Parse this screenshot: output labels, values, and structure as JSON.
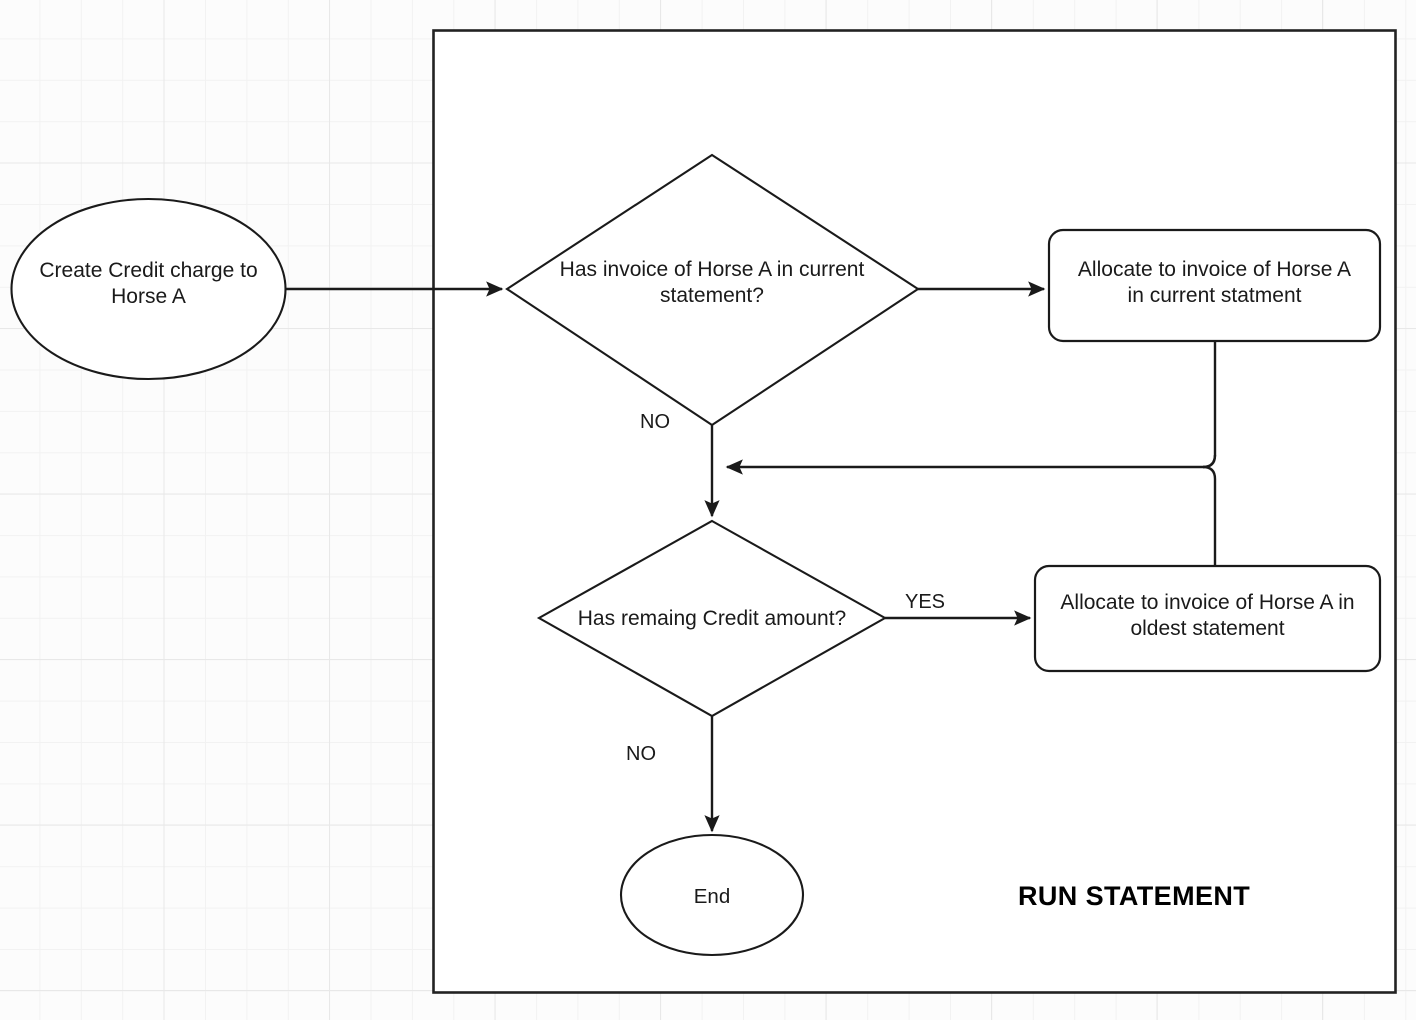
{
  "diagram": {
    "title": "RUN STATEMENT",
    "background": {
      "page_color": "#fcfcfc",
      "grid_minor_color": "#f2f2f2",
      "grid_major_color": "#e8e8e8"
    },
    "container": {
      "name": "run-statement-container",
      "stroke": "#222222",
      "fill": "#ffffff"
    },
    "stroke_color": "#1a1a1a",
    "nodes": [
      {
        "id": "start",
        "type": "ellipse",
        "label": "Create Credit charge to\nHorse A"
      },
      {
        "id": "decision-1",
        "type": "diamond",
        "label": "Has invoice of Horse A in current\nstatement?"
      },
      {
        "id": "process-1",
        "type": "rounded-rect",
        "label": "Allocate to invoice of Horse A\nin current statment"
      },
      {
        "id": "decision-2",
        "type": "diamond",
        "label": "Has remaing Credit amount?"
      },
      {
        "id": "process-2",
        "type": "rounded-rect",
        "label": "Allocate to invoice of Horse A in\noldest statement"
      },
      {
        "id": "end",
        "type": "ellipse",
        "label": "End"
      }
    ],
    "edges": [
      {
        "id": "start-to-decision-1",
        "from": "start",
        "to": "decision-1",
        "label": ""
      },
      {
        "id": "decision-1-yes-to-process-1",
        "from": "decision-1",
        "to": "process-1",
        "label": ""
      },
      {
        "id": "decision-1-no-to-decision-2",
        "from": "decision-1",
        "to": "decision-2",
        "label": "NO"
      },
      {
        "id": "process-1-to-merge",
        "from": "process-1",
        "to": "decision-2",
        "label": ""
      },
      {
        "id": "decision-2-yes-to-process-2",
        "from": "decision-2",
        "to": "process-2",
        "label": "YES"
      },
      {
        "id": "decision-2-no-to-end",
        "from": "decision-2",
        "to": "end",
        "label": "NO"
      },
      {
        "id": "process-2-to-merge",
        "from": "process-2",
        "to": "decision-2",
        "label": ""
      }
    ]
  }
}
